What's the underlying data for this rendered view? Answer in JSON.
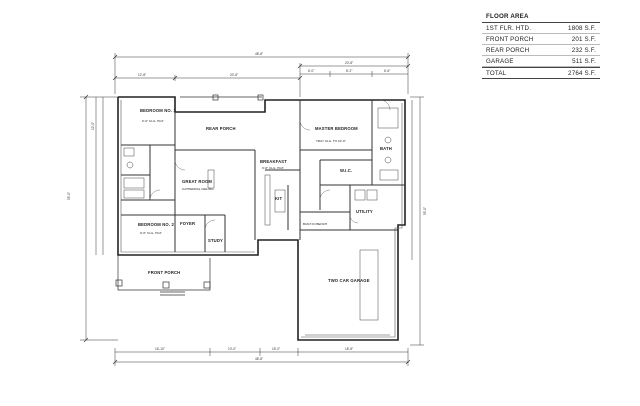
{
  "floor_area": {
    "title": "FLOOR AREA",
    "rows": [
      {
        "label": "1ST FLR. HTD.",
        "value": "1808 S.F."
      },
      {
        "label": "FRONT PORCH",
        "value": "201 S.F."
      },
      {
        "label": "REAR PORCH",
        "value": "232 S.F."
      },
      {
        "label": "GARAGE",
        "value": "511 S.F."
      }
    ],
    "total": {
      "label": "TOTAL",
      "value": "2764 S.F."
    }
  },
  "rooms": {
    "bedroom3": "BEDROOM NO. 3",
    "bedroom2": "BEDROOM NO. 2",
    "rear_porch": "REAR PORCH",
    "master": "MASTER BEDROOM",
    "great_room": "GREAT ROOM",
    "great_room_sub": "CATHEDRAL CEILING",
    "breakfast": "BREAKFAST",
    "kitchen": "KIT",
    "foyer": "FOYER",
    "study": "STUDY",
    "utility": "UTILITY",
    "front_porch": "FRONT PORCH",
    "garage": "TWO CAR GARAGE",
    "bath": "BATH",
    "wic": "W.I.C.",
    "built_in": "BUILT-IN BENCH",
    "ceiling_9": "9'-0\" CLG. HGT.",
    "tray_ceiling": "TRAY CLG. TO 10'-0\""
  },
  "dimensions": {
    "overall_top": "48'-8\"",
    "overall_bottom": "48'-8\"",
    "top_left_a": "12'-8\"",
    "top_left_b": "20'-8\"",
    "top_right": "20'-8\"",
    "top_right_a": "6'-0\"",
    "top_right_b": "8'-2\"",
    "top_right_c": "6'-6\"",
    "left_overall": "55'-0\"",
    "left_a": "12'-0\"",
    "right_overall": "55'-0\"",
    "bottom_a": "16'-10\"",
    "bottom_b": "10'-0\"",
    "bottom_c": "15'-0\"",
    "bottom_d": "18'-8\""
  }
}
